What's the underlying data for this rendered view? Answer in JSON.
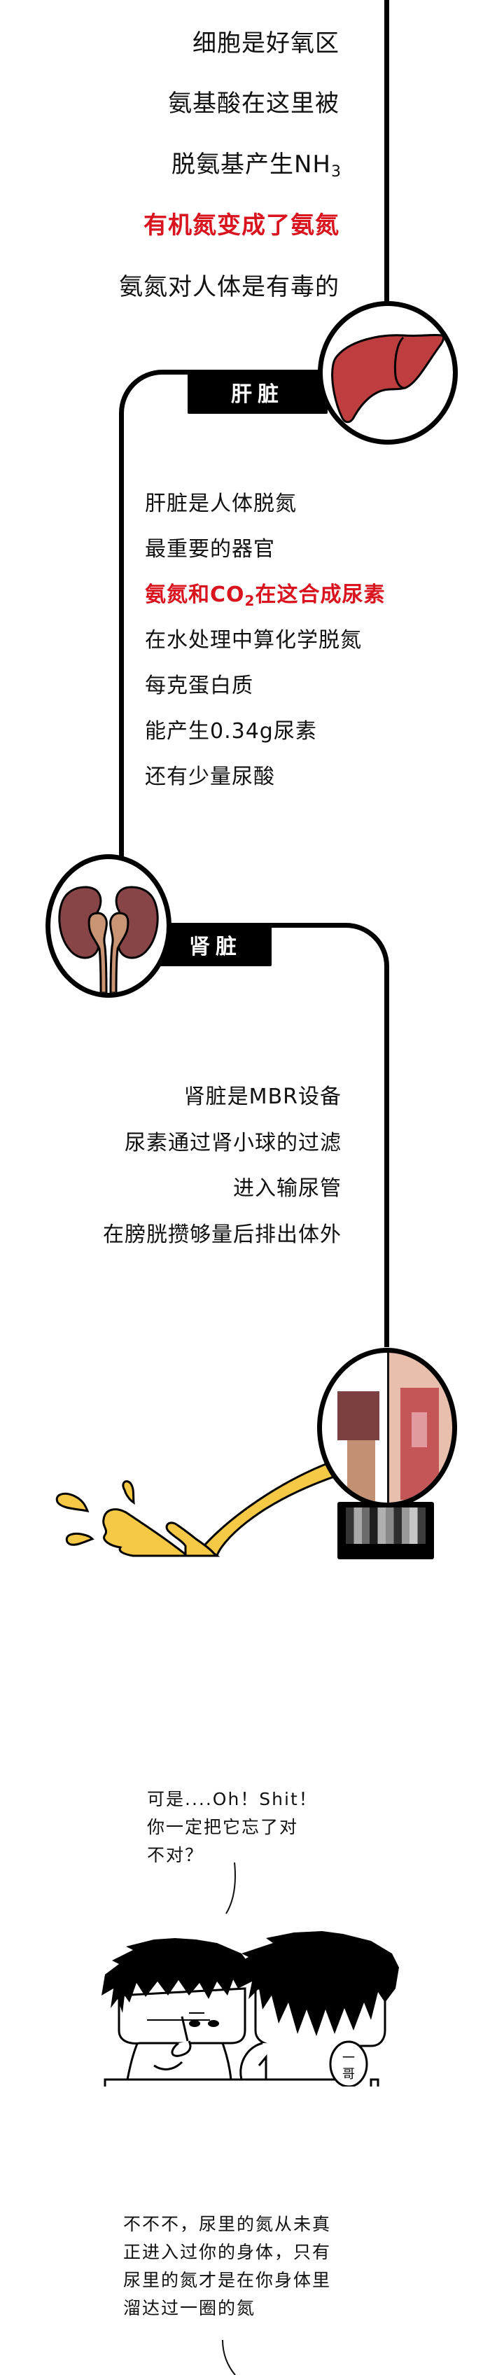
{
  "section_cell": {
    "lines": [
      {
        "text": "细胞是好氧区",
        "highlight": false
      },
      {
        "text": "氨基酸在这里被",
        "highlight": false
      },
      {
        "text": "脱氨基产生NH",
        "sub": "3",
        "highlight": false
      },
      {
        "text": "有机氮变成了氨氮",
        "highlight": true
      },
      {
        "text": "氨氮对人体是有毒的",
        "highlight": false
      }
    ]
  },
  "section_liver": {
    "label": "肝脏",
    "icon": "liver-icon",
    "lines": [
      {
        "text": "肝脏是人体脱氮",
        "highlight": false
      },
      {
        "text": "最重要的器官",
        "highlight": false
      },
      {
        "text_before": "氨氮和CO",
        "sub": "2",
        "text_after": "在这合成尿素",
        "highlight": true
      },
      {
        "text": "在水处理中算化学脱氮",
        "highlight": false
      },
      {
        "text": "每克蛋白质",
        "highlight": false
      },
      {
        "text": "能产生0.34g尿素",
        "highlight": false
      },
      {
        "text": "还有少量尿酸",
        "highlight": false
      }
    ]
  },
  "section_kidney": {
    "label": "肾脏",
    "icon": "kidney-icon",
    "lines": [
      {
        "text": "肾脏是MBR设备"
      },
      {
        "text": "尿素通过肾小球的过滤"
      },
      {
        "text": "进入输尿管"
      },
      {
        "text": "在膀胱攒够量后排出体外"
      }
    ]
  },
  "section_exit": {
    "icon": "pixelated-organ-icon",
    "label_censored": "mosaic",
    "stream_icon": "urine-stream-icon"
  },
  "comic": {
    "bubble1": "可是....Oh！Shit！\n你一定把它忘了对\n不对？",
    "character_badge": "一\n哥",
    "bubble2": "不不不，尿里的氮从未真\n正进入过你的身体，只有\n尿里的氮才是在你身体里\n溜达过一圈的氮"
  },
  "colors": {
    "highlight_red": "#d9141e",
    "liver": "#be3d3f",
    "kidney": "#874547",
    "ureter": "#c99474",
    "urine": "#f5c945",
    "line": "#000000"
  }
}
